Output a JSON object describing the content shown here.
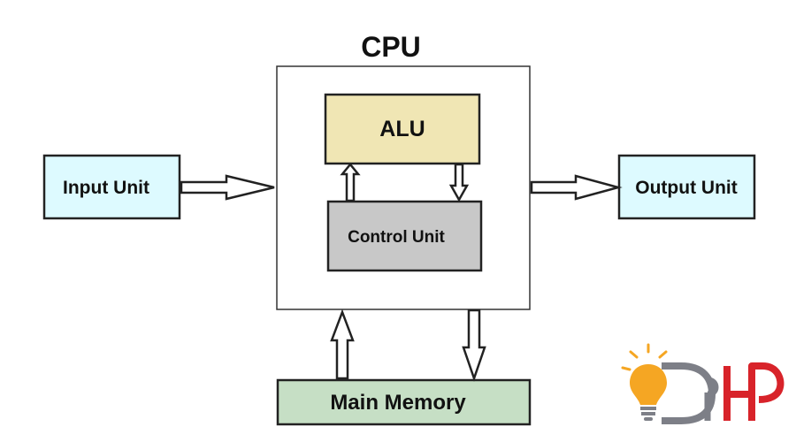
{
  "title": "CPU",
  "nodes": {
    "alu": {
      "label": "ALU",
      "fill": "#f0e6b4"
    },
    "control_unit": {
      "label": "Control Unit",
      "fill": "#c8c8c8"
    },
    "input_unit": {
      "label": "Input Unit",
      "fill": "#ddfaff"
    },
    "output_unit": {
      "label": "Output Unit",
      "fill": "#ddfaff"
    },
    "main_memory": {
      "label": "Main Memory",
      "fill": "#c6dfc5"
    }
  },
  "logo": {
    "text": "DRHP",
    "colors": {
      "grey": "#7d7f87",
      "red": "#d8232a",
      "bulb": "#f5a623"
    }
  }
}
